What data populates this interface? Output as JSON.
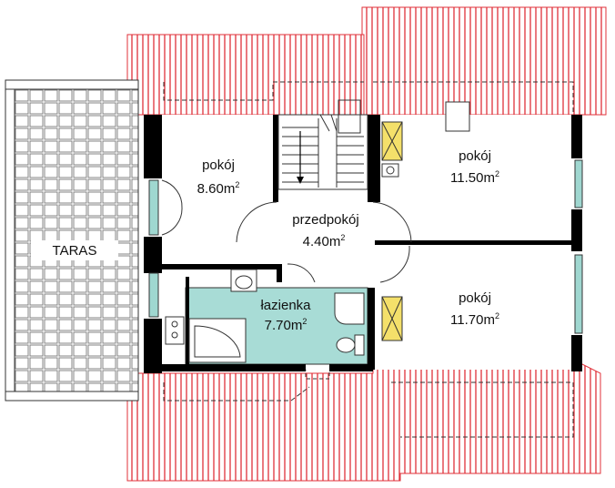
{
  "colors": {
    "roof": "#e0313a",
    "wall": "#000000",
    "bathroom": "#a8dcd6",
    "window": "#9fd7d0",
    "chimney": "#f4e06a",
    "terrace_grid": "#777777"
  },
  "icons": [
    "stairs-icon",
    "bathtub-icon",
    "toilet-icon",
    "washbasin-icon",
    "shower-icon",
    "chimney-icon"
  ],
  "rooms": [
    {
      "id": "room-left",
      "name": "pokój",
      "area_value": "8.60m",
      "area_sup": "2"
    },
    {
      "id": "room-top-right",
      "name": "pokój",
      "area_value": "11.50m",
      "area_sup": "2"
    },
    {
      "id": "hallway",
      "name": "przedpokój",
      "area_value": "4.40m",
      "area_sup": "2"
    },
    {
      "id": "bathroom",
      "name": "łazienka",
      "area_value": "7.70m",
      "area_sup": "2"
    },
    {
      "id": "room-bottom-right",
      "name": "pokój",
      "area_value": "11.70m",
      "area_sup": "2"
    }
  ],
  "terrace": {
    "label": "TARAS"
  }
}
